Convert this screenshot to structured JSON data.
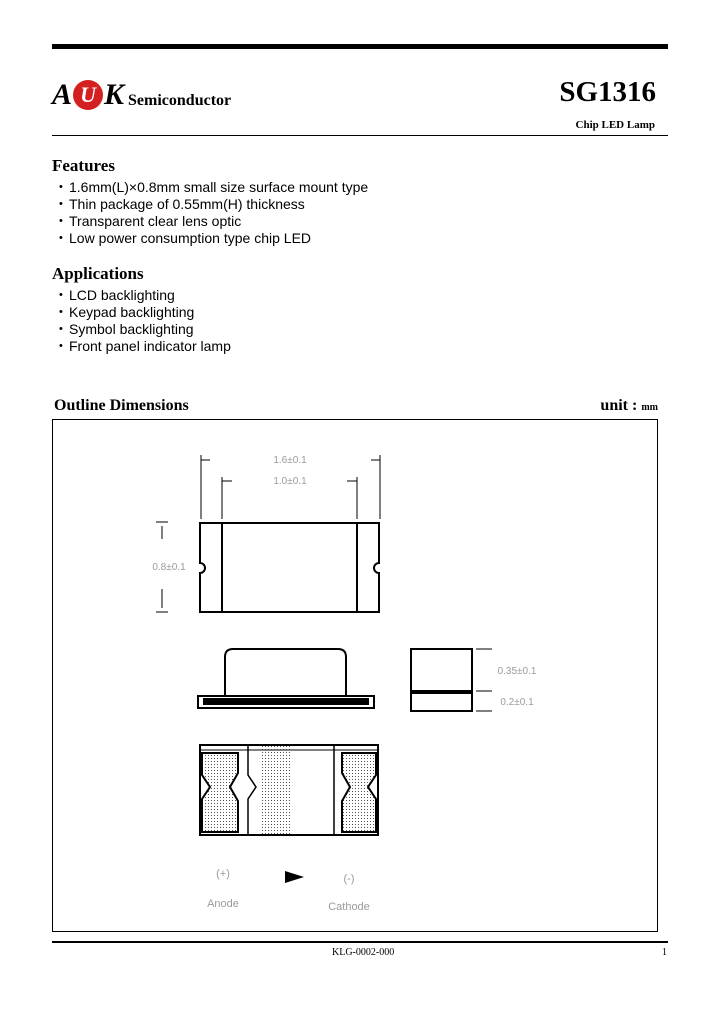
{
  "header": {
    "logo_letters": [
      "A",
      "U",
      "K"
    ],
    "logo_subtext": "Semiconductor",
    "part_number": "SG1316",
    "subtitle": "Chip LED Lamp",
    "logo_color": "#d42020"
  },
  "features": {
    "title": "Features",
    "items": [
      "1.6mm(L)×0.8mm small size surface mount type",
      "Thin package of 0.55mm(H) thickness",
      "Transparent clear lens optic",
      "Low power consumption type chip LED"
    ]
  },
  "applications": {
    "title": "Applications",
    "items": [
      "LCD backlighting",
      "Keypad backlighting",
      "Symbol backlighting",
      "Front panel indicator lamp"
    ]
  },
  "outline": {
    "title": "Outline Dimensions",
    "unit_label": "unit : ",
    "unit_value": "mm",
    "dimensions": {
      "length": "1.6±0.1",
      "inner": "1.0±0.1",
      "width": "0.8±0.1",
      "height": "0.35±0.1",
      "base": "0.2±0.1"
    },
    "pins": {
      "anode_num": "(+)",
      "anode": "Anode",
      "cathode_num": "(-)",
      "cathode": "Cathode"
    }
  },
  "footer": {
    "code": "KLG-0002-000",
    "page": "1"
  }
}
